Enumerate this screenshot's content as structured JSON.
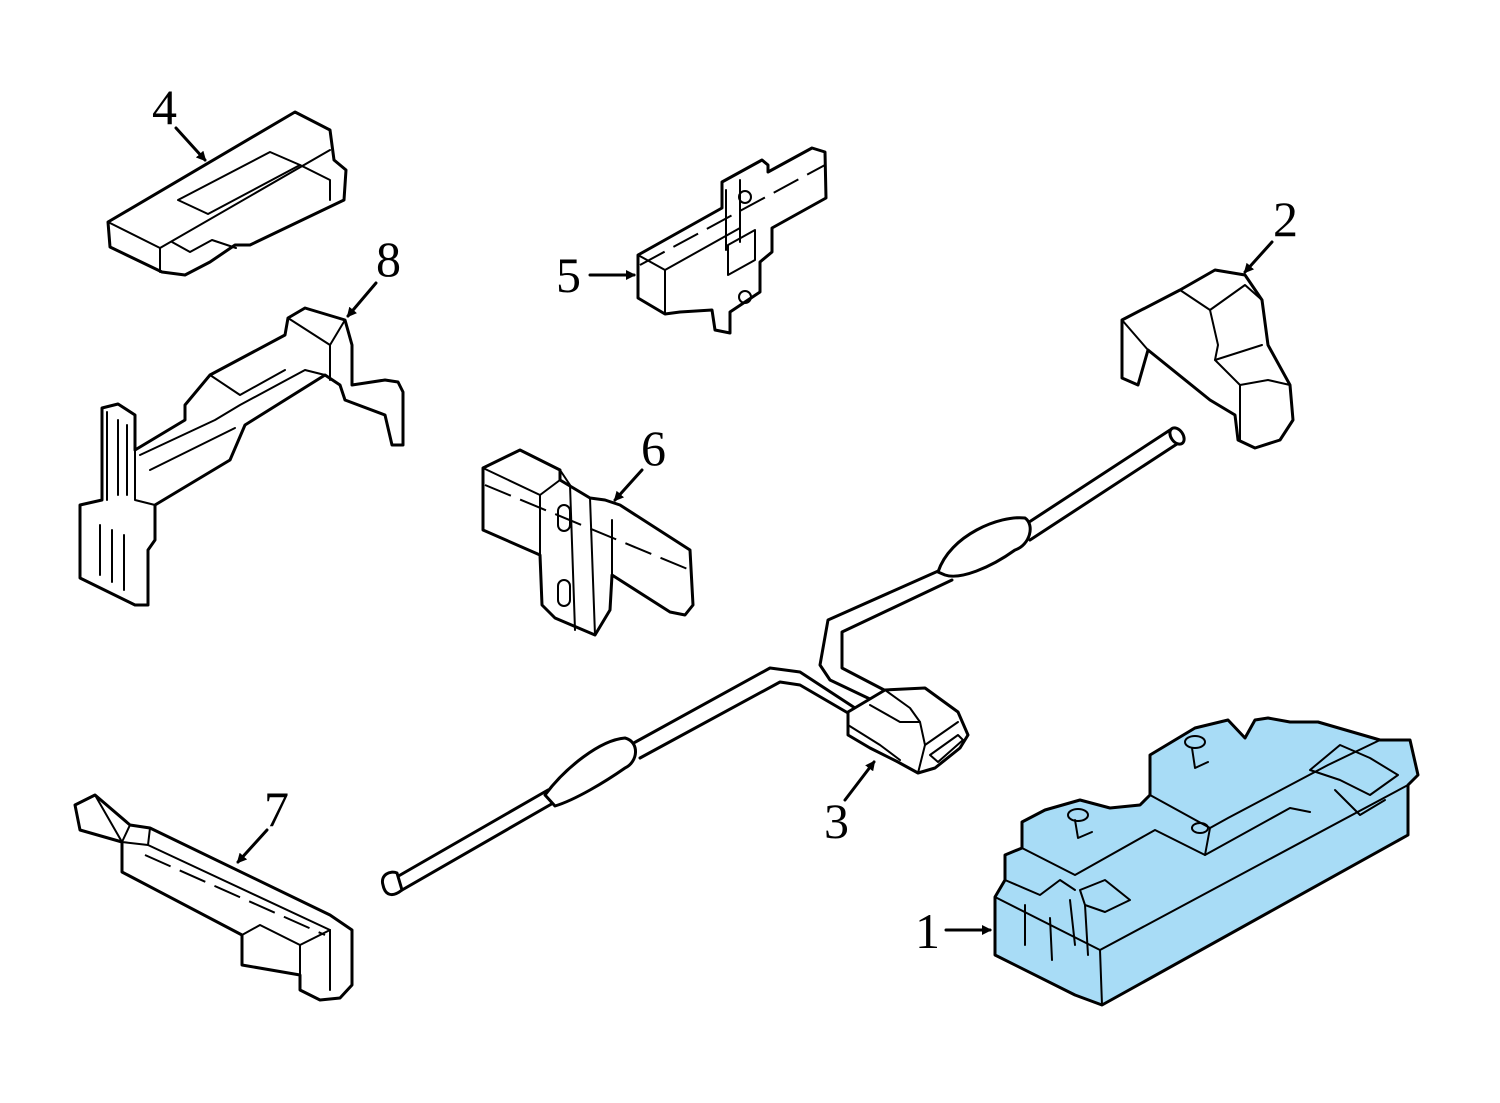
{
  "colors": {
    "highlight": "#a8dcf6",
    "line": "#000000",
    "background": "#ffffff"
  },
  "callouts": [
    {
      "id": "1",
      "label": "1",
      "part": "control-module"
    },
    {
      "id": "2",
      "label": "2",
      "part": "antenna-cover"
    },
    {
      "id": "3",
      "label": "3",
      "part": "antenna-harness-connector"
    },
    {
      "id": "4",
      "label": "4",
      "part": "keyless-antenna"
    },
    {
      "id": "5",
      "label": "5",
      "part": "antenna-bracket"
    },
    {
      "id": "6",
      "label": "6",
      "part": "antenna-mount"
    },
    {
      "id": "7",
      "label": "7",
      "part": "rear-antenna"
    },
    {
      "id": "8",
      "label": "8",
      "part": "antenna-holder"
    }
  ]
}
